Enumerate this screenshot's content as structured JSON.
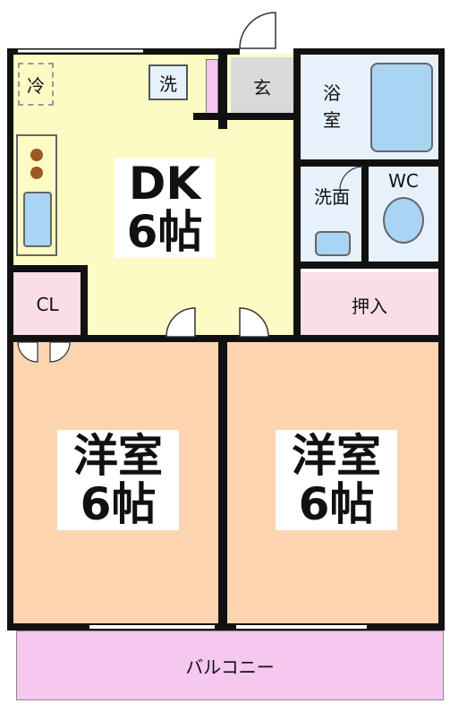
{
  "rooms": {
    "dk": {
      "label_line1": "DK",
      "label_line2": "6帖"
    },
    "western_left": {
      "label_line1": "洋室",
      "label_line2": "6帖"
    },
    "western_right": {
      "label_line1": "洋室",
      "label_line2": "6帖"
    },
    "bath": {
      "label_line1": "浴",
      "label_line2": "室"
    },
    "washroom": {
      "label": "洗面"
    },
    "wc": {
      "label": "WC"
    },
    "entrance": {
      "label": "玄"
    },
    "closet": {
      "label": "CL"
    },
    "oshiire": {
      "label": "押入"
    },
    "balcony": {
      "label": "バルコニー"
    }
  },
  "fixtures": {
    "fridge": {
      "label": "冷"
    },
    "washer": {
      "label": "洗"
    }
  },
  "colors": {
    "dk_floor": "#fdfbc4",
    "western_floor": "#fcd5b0",
    "wet_area": "#e6f1fc",
    "entrance_floor": "#d9d9d9",
    "closet_floor": "#f9dde8",
    "balcony_floor": "#f6c8ef",
    "wall": "#111111",
    "fixture_blue": "#a9d4f3"
  }
}
